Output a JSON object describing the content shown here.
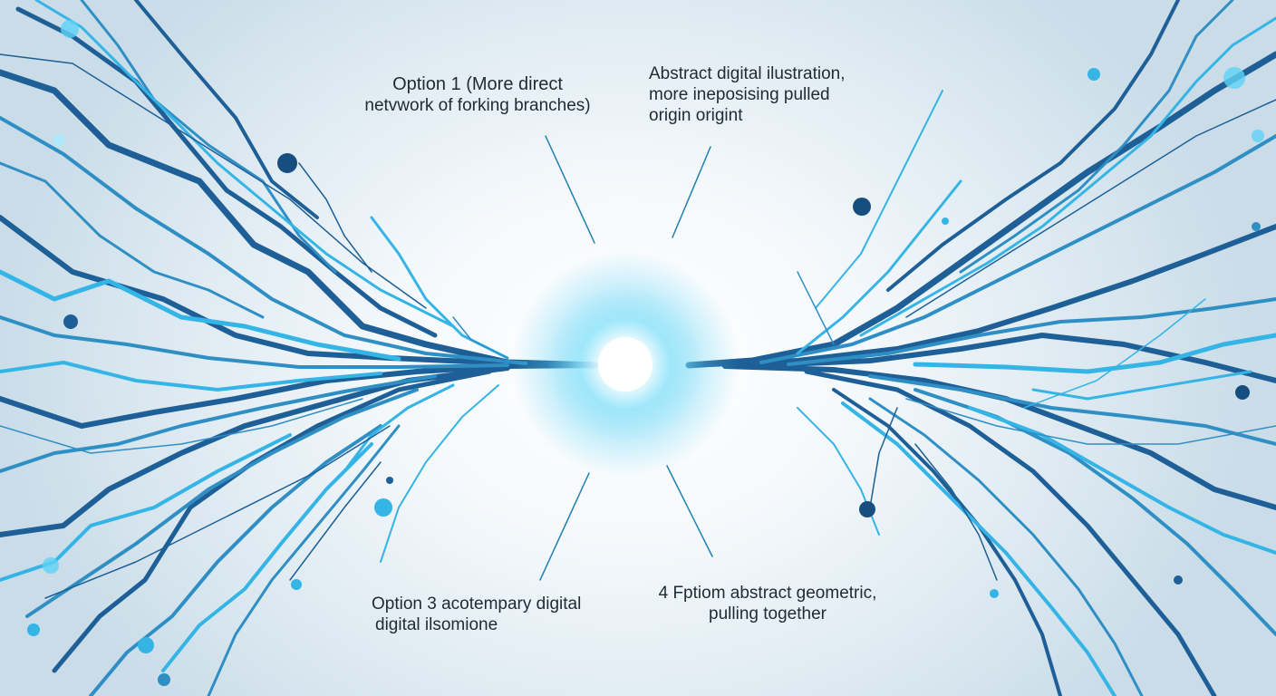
{
  "labels": {
    "option1": {
      "line1": "Option 1 (More direct",
      "line2": "netvwork of forking branches)"
    },
    "option2": {
      "line1": "Abstract digital ilustration,",
      "line2": "more ineposising pulled",
      "line3": "origin origint"
    },
    "option3": {
      "line1": "Option 3 acotempary digital",
      "line2": "digital ilsomione"
    },
    "option4": {
      "line1": "4 Fptiom abstract geometric,",
      "line2": "pulling together"
    }
  },
  "colors": {
    "background": "#eef4f8",
    "branch_dark": "#1d5f96",
    "branch_mid": "#2f8fc4",
    "branch_light": "#35b4e6",
    "glow": "#5fd2f5",
    "text": "#1f2a33"
  },
  "icons": [
    "central-glow",
    "node-dot"
  ]
}
